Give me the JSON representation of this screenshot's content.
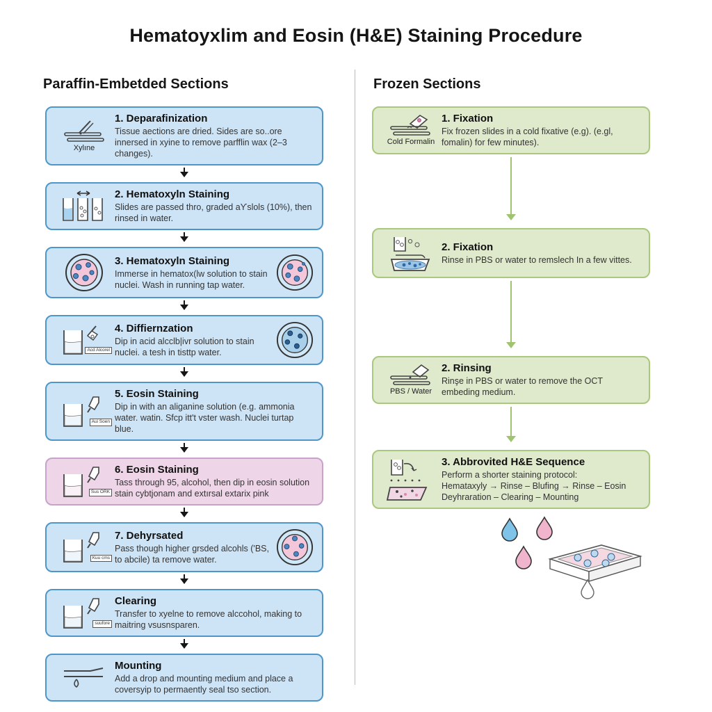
{
  "title": "Hematoyxlim and Eosin (H&E) Staining Procedure",
  "columns": {
    "left": {
      "header": "Paraffin-Embetded Sections",
      "steps": [
        {
          "title": "1. Deparafinization",
          "desc": "Tissue aections are dried. Sides are so..ore innersed in xyine to remove parfflin wax (2–3 changes).",
          "caption": "Xylıne",
          "icon": "xylene-slide-icon"
        },
        {
          "title": "2. Hematoxyln Staining",
          "desc": "Slides are passed thro, graded aϒslols (10%), then rinsed in water.",
          "caption": "",
          "icon": "graded-beakers-icon"
        },
        {
          "title": "3. Hematoxyln Staining",
          "desc": "Immerse in hematox(lw solution to stain nuclei. Wash in running tap water.",
          "caption": "",
          "icon": "stained-cells-icon"
        },
        {
          "title": "4. Diffiernzation",
          "desc": "Dip in acid alcclb|ivr solution to stain nuclei. a tesh in tisttp water.",
          "caption": "Acd Alcorel",
          "icon": "acid-alcohol-beaker-icon"
        },
        {
          "title": "5. Eosin Staining",
          "desc": "Dip in with an aliganine solution (e.g. ammonia water. watin. Sfcp itt't vster wash. Nuclei turtap blue.",
          "caption": "Aui Soen",
          "icon": "bluing-beaker-icon"
        },
        {
          "title": "6. Eosin Staining",
          "desc": "Tass through 95, alcohol, then dip in eosin solution stain cybtjonam and extırsal extarix pink",
          "caption": "Sus ORK",
          "icon": "eosin-beaker-icon"
        },
        {
          "title": "7. Dehyrsated",
          "desc": "Pass though higher grsded alcohls ('BS, to abcile) ta remove water.",
          "caption": "Kuu cms",
          "icon": "dehydration-beaker-icon"
        },
        {
          "title": "Clearing",
          "desc": "Transfer to xyelne to remove alccohol, making to maitring vsusnsparen.",
          "caption": "suufore",
          "icon": "clearing-beaker-icon"
        },
        {
          "title": "Mounting",
          "desc": "Add a drop and mounting medium and place a coversyip to permaently seal tso section.",
          "caption": "",
          "icon": "mounting-slide-icon"
        }
      ]
    },
    "right": {
      "header": "Frozen Sections",
      "steps": [
        {
          "title": "1. Fixation",
          "desc": "Fix frozen slides in a cold fixative (e.g). (e.gl, fomalin) for few minutes).",
          "caption": "Cold Formalin",
          "icon": "cold-formalin-slide-icon"
        },
        {
          "title": "2. Fixation",
          "desc": "Rinse in PBS or water to remslech In a few vittes.",
          "caption": "",
          "icon": "beaker-tray-icon"
        },
        {
          "title": "2. Rinsing",
          "desc": "Rinşe in PBS or water to remove the OCT embeding medium.",
          "caption": "PBS / Water",
          "icon": "pbs-water-slide-icon"
        },
        {
          "title": "3. Abbrovited H&E Sequence",
          "desc": "Perform a shorter staining protocol:\nHemataxyly → Rinse – Blufing → Rinse – Eosin\nDeyhraration – Clearing – Mounting",
          "caption": "",
          "icon": "pour-tray-icon"
        }
      ]
    }
  },
  "colors": {
    "left_box_bg": "#cde4f6",
    "left_box_border": "#4e96c8",
    "pink_box_bg": "#eed6e8",
    "pink_box_border": "#c7a3c9",
    "green_box_bg": "#dfe9cb",
    "green_box_border": "#a9c77d",
    "black_arrow": "#161616",
    "green_arrow": "#9fc36f",
    "droplet_blue": "#7fc4e8",
    "droplet_pink": "#f0b5cd"
  }
}
